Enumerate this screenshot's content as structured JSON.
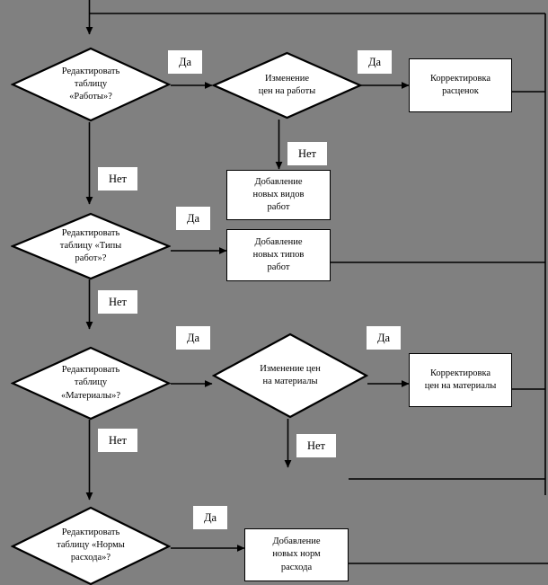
{
  "diagram": {
    "type": "flowchart",
    "title": "",
    "background_color": "#808080",
    "shape_fill": "#ffffff",
    "line_color": "#000000",
    "labels": {
      "yes": "Да",
      "no": "Нет"
    },
    "decisions": [
      {
        "id": "d1",
        "text_lines": [
          "Редактировать",
          "таблицу",
          "«Работы»?"
        ],
        "yes_label": "Да",
        "no_label": "Нет"
      },
      {
        "id": "d2",
        "text_lines": [
          "Изменение",
          "цен на работы"
        ],
        "yes_label": "Да",
        "no_label": "Нет"
      },
      {
        "id": "d3",
        "text_lines": [
          "Редактировать",
          "таблицу «Типы",
          "работ»?"
        ],
        "yes_label": "Да",
        "no_label": "Нет"
      },
      {
        "id": "d4",
        "text_lines": [
          "Редактировать",
          "таблицу",
          "«Материалы»?"
        ],
        "yes_label": "Да",
        "no_label": "Нет"
      },
      {
        "id": "d5",
        "text_lines": [
          "Изменение цен",
          "на материалы"
        ],
        "yes_label": "Да",
        "no_label": "Нет"
      },
      {
        "id": "d6",
        "text_lines": [
          "Редактировать",
          "таблицу «Нормы",
          "расхода»?"
        ],
        "yes_label": "Да",
        "no_label": "Нет"
      }
    ],
    "processes": [
      {
        "id": "p1",
        "text_lines": [
          "Корректировка",
          "расценок"
        ]
      },
      {
        "id": "p2",
        "text_lines": [
          "Добавление",
          "новых видов",
          "работ"
        ]
      },
      {
        "id": "p3",
        "text_lines": [
          "Добавление",
          "новых типов",
          "работ"
        ]
      },
      {
        "id": "p4",
        "text_lines": [
          "Корректировка",
          "цен на материалы"
        ]
      },
      {
        "id": "p5",
        "text_lines": [
          "Добавление",
          "новых норм",
          "расхода"
        ]
      }
    ],
    "edge_labels": [
      {
        "id": "e1",
        "text": "Да"
      },
      {
        "id": "e2",
        "text": "Да"
      },
      {
        "id": "e3",
        "text": "Нет"
      },
      {
        "id": "e4",
        "text": "Нет"
      },
      {
        "id": "e5",
        "text": "Да"
      },
      {
        "id": "e6",
        "text": "Нет"
      },
      {
        "id": "e7",
        "text": "Да"
      },
      {
        "id": "e8",
        "text": "Да"
      },
      {
        "id": "e9",
        "text": "Нет"
      },
      {
        "id": "e10",
        "text": "Нет"
      },
      {
        "id": "e11",
        "text": "Да"
      }
    ]
  }
}
